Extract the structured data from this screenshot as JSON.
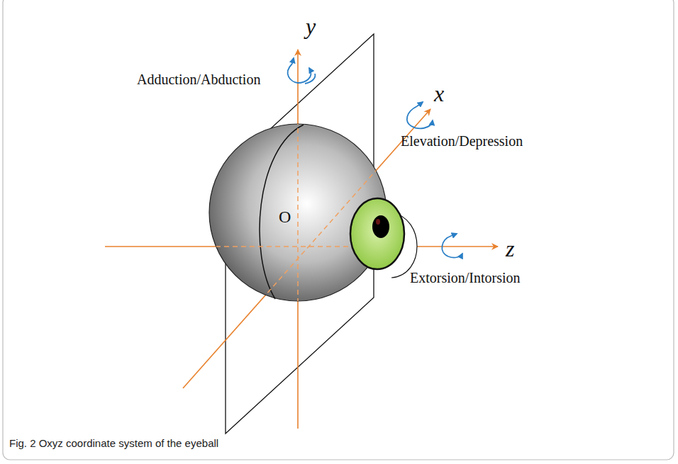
{
  "diagram": {
    "caption": "Fig. 2 Oxyz coordinate system of the eyeball",
    "labels": [
      "y",
      "x",
      "z",
      "O",
      "Adduction/Abduction",
      "Elevation/Depression",
      "Extorsion/Intorsion"
    ]
  }
}
